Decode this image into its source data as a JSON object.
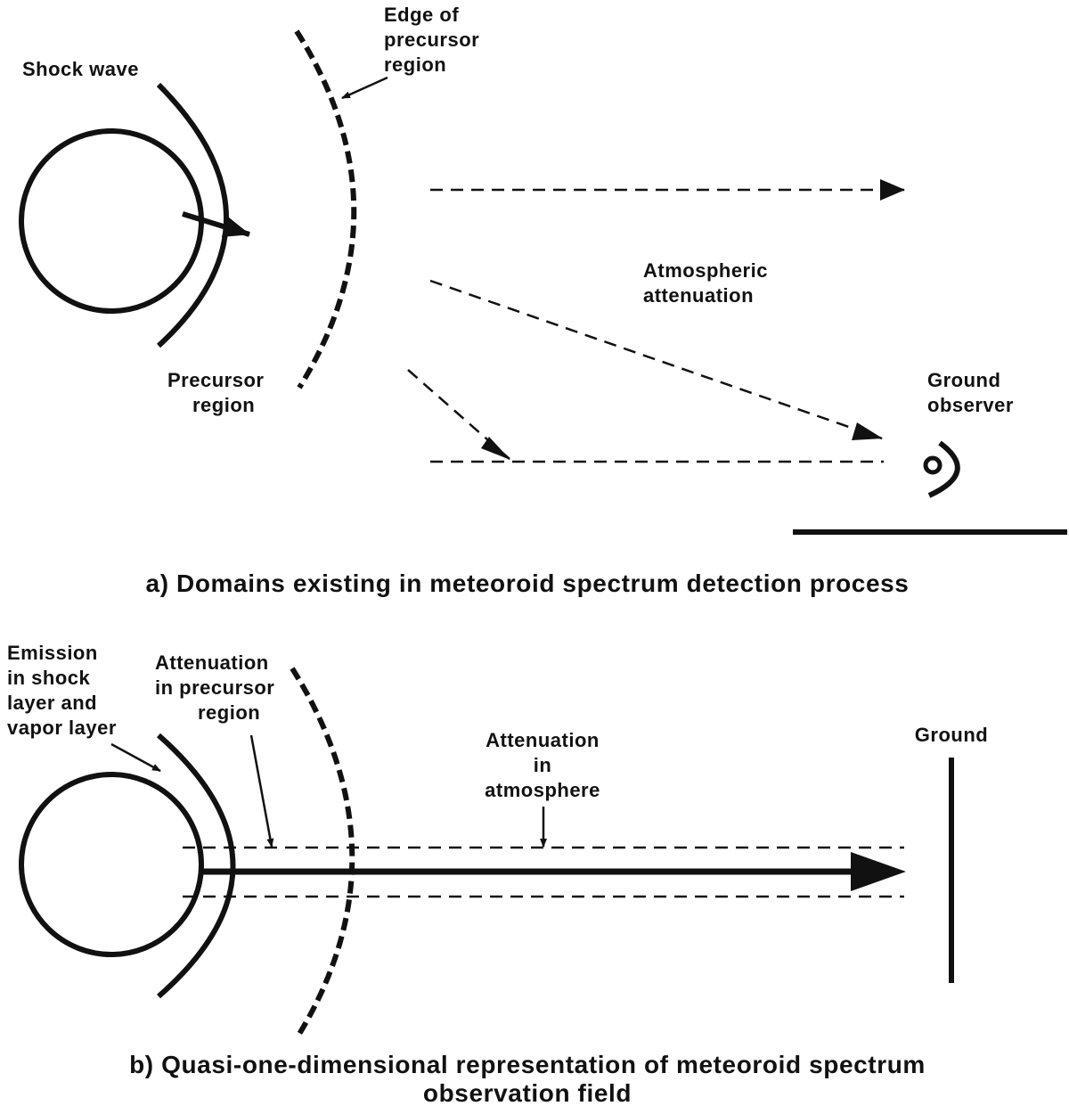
{
  "panel_a": {
    "labels": {
      "shock_wave": "Shock wave",
      "edge_line1": "Edge of",
      "edge_line2": "precursor",
      "edge_line3": "region",
      "precursor_line1": "Precursor",
      "precursor_line2": "region",
      "atmospheric_line1": "Atmospheric",
      "atmospheric_line2": "attenuation",
      "ground_line1": "Ground",
      "ground_line2": "observer"
    },
    "caption": "a) Domains existing in meteoroid spectrum detection process"
  },
  "panel_b": {
    "labels": {
      "emission_line1": "Emission",
      "emission_line2": "in shock",
      "emission_line3": "layer and",
      "emission_line4": "vapor layer",
      "att_prec_line1": "Attenuation",
      "att_prec_line2": "in precursor",
      "att_prec_line3": "region",
      "att_atm_line1": "Attenuation",
      "att_atm_line2": "in",
      "att_atm_line3": "atmosphere",
      "ground": "Ground"
    },
    "caption_line1": "b) Quasi-one-dimensional representation of meteoroid spectrum",
    "caption_line2": "observation field"
  }
}
